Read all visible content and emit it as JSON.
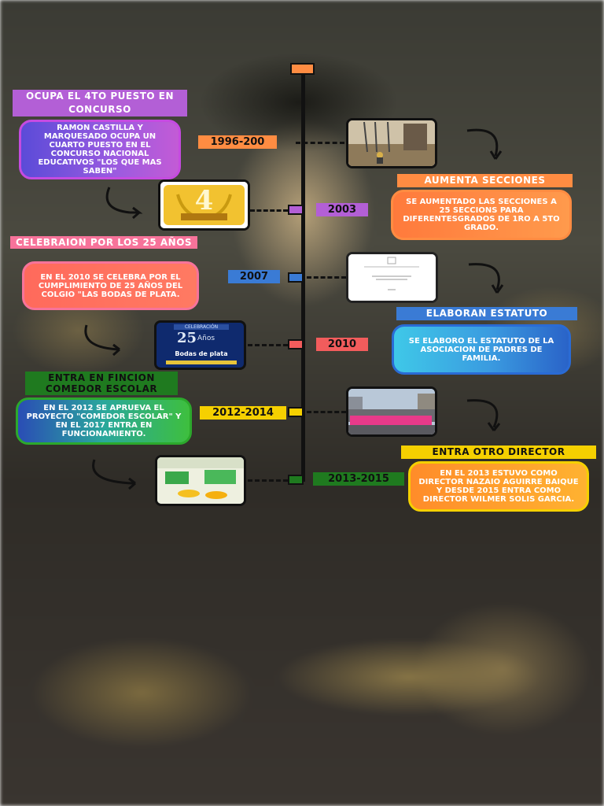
{
  "timeline": {
    "events": [
      {
        "year": "1996-200"
      },
      {
        "year": "2003"
      },
      {
        "year": "2007"
      },
      {
        "year": "2010"
      },
      {
        "year": "2012-2014"
      },
      {
        "year": "2013-2015"
      }
    ]
  },
  "left": {
    "concurso": {
      "title": "OCUPA EL 4TO PUESTO EN CONCURSO",
      "text": "RAMON CASTILLA Y MARQUESADO OCUPA UN CUARTO PUESTO EN EL CONCURSO NACIONAL EDUCATIVOS \"LOS QUE MAS SABEN\""
    },
    "bodas": {
      "title": "CELEBRAION POR LOS 25 AÑOS",
      "text": "EN EL 2010 SE CELEBRA POR EL CUMPLIMIENTO DE 25 AÑOS DEL COLGIO \"LAS BODAS DE PLATA."
    },
    "comedor": {
      "title": "ENTRA EN FINCION COMEDOR ESCOLAR",
      "text": "EN EL 2012 SE APRUEVA EL PROYECTO \"COMEDOR ESCOLAR\" Y EN EL 2017 ENTRA EN FUNCIONAMIENTO."
    }
  },
  "right": {
    "secciones": {
      "title": "AUMENTA SECCIONES",
      "text": "SE AUMENTADO LAS SECCIONES A 25 SECCIONS PARA DIFERENTESGRADOS DE 1RO A 5TO GRADO."
    },
    "estatuto": {
      "title": "ELABORAN ESTATUTO",
      "text": "SE ELABORO EL ESTATUTO DE LA ASOCIACION DE PADRES DE FAMILIA."
    },
    "director": {
      "title": "ENTRA OTRO DIRECTOR",
      "text": "EN EL 2013 ESTUVO COMO DIRECTOR NAZAIO AGUIRRE BAIQUE Y DESDE 2015 ENTRA COMO DIRECTOR WILMER SOLIS GARCIA."
    }
  },
  "images": {
    "trophy": {
      "number": "4"
    },
    "bodas_badge": {
      "top": "CELEBRACIÓN",
      "number": "25",
      "suffix": "Años",
      "caption": "Bodas de plata"
    }
  },
  "colors": {
    "orange": "#ff8c42",
    "purple": "#b35fd6",
    "blue": "#3a7bd5",
    "red": "#f25c5c",
    "yellow": "#f5d000",
    "green": "#1f7a1f"
  }
}
